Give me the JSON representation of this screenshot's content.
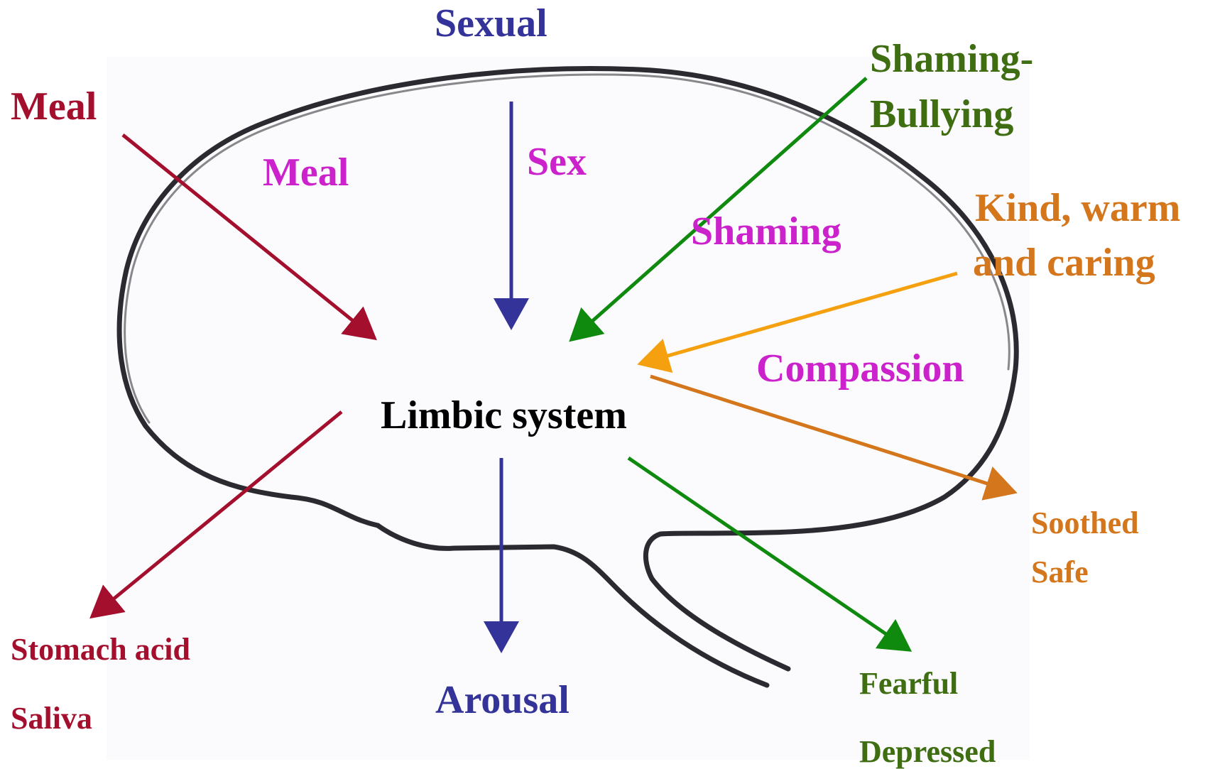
{
  "colors": {
    "outline": "#2a2a30",
    "crimson": "#a30f2d",
    "navy": "#333399",
    "green": "#0f8a0f",
    "dark_green": "#3f6d12",
    "orange": "#f5a00f",
    "dark_orange": "#d4761c",
    "magenta": "#cc22cc",
    "black": "#000000"
  },
  "center": {
    "label": "Limbic system"
  },
  "inputs": {
    "meal": "Meal",
    "sexual": "Sexual",
    "shaming_bullying_line1": "Shaming-",
    "shaming_bullying_line2": "Bullying",
    "kind_line1": "Kind, warm",
    "kind_line2": "and caring"
  },
  "inner_labels": {
    "meal": "Meal",
    "sex": "Sex",
    "shaming": "Shaming",
    "compassion": "Compassion"
  },
  "outputs": {
    "stomach_acid": "Stomach acid",
    "saliva": "Saliva",
    "arousal": "Arousal",
    "fearful": "Fearful",
    "depressed": "Depressed",
    "soothed": "Soothed",
    "safe": "Safe"
  }
}
